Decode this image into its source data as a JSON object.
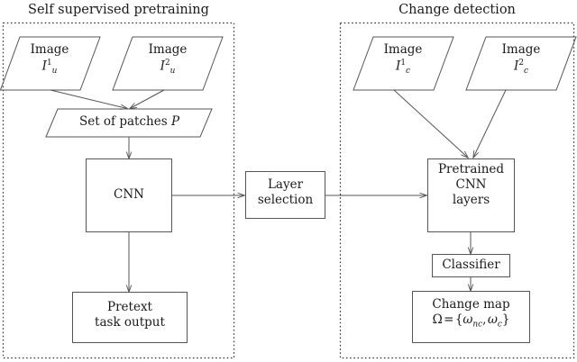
{
  "figure": {
    "type": "flowchart",
    "title": "Self supervised pretraining and change detection pipeline",
    "groups": [
      {
        "id": "pretraining",
        "label": "Self supervised pretraining"
      },
      {
        "id": "change_detection",
        "label": "Change detection"
      }
    ]
  },
  "pretraining": {
    "title": "Self supervised pretraining",
    "image1": {
      "line1": "Image",
      "symbol_base": "I",
      "symbol_sup": "1",
      "symbol_sub": "u"
    },
    "image2": {
      "line1": "Image",
      "symbol_base": "I",
      "symbol_sup": "2",
      "symbol_sub": "u"
    },
    "patches": {
      "text": "Set of patches",
      "symbol": "P"
    },
    "cnn": {
      "label": "CNN"
    },
    "pretext": {
      "line1": "Pretext",
      "line2": "task output"
    }
  },
  "layer_selection": {
    "line1": "Layer",
    "line2": "selection"
  },
  "change_detection": {
    "title": "Change detection",
    "image1": {
      "line1": "Image",
      "symbol_base": "I",
      "symbol_sup": "1",
      "symbol_sub": "c"
    },
    "image2": {
      "line1": "Image",
      "symbol_base": "I",
      "symbol_sup": "2",
      "symbol_sub": "c"
    },
    "pretrained": {
      "line1": "Pretrained",
      "line2": "CNN",
      "line3": "layers"
    },
    "classifier": {
      "label": "Classifier"
    },
    "change_map": {
      "line1": "Change map",
      "omega": "Ω",
      "equals": "=",
      "open": "{",
      "omega_nc_base": "ω",
      "omega_nc_sub": "nc",
      "comma": ",",
      "omega_c_base": "ω",
      "omega_c_sub": "c",
      "close": "}"
    }
  },
  "colors": {
    "stroke": "#555555",
    "dotted": "#333333",
    "text": "#1a1a1a",
    "background": "#ffffff"
  }
}
